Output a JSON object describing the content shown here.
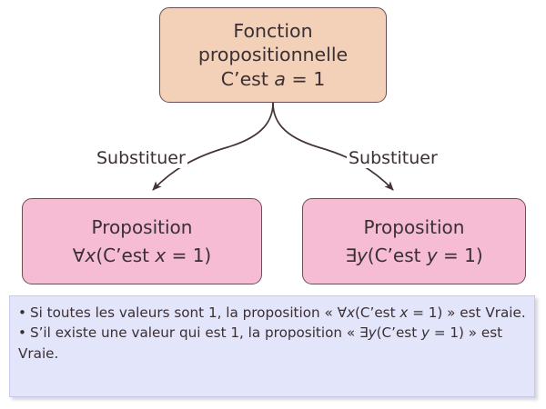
{
  "diagram": {
    "title_node": {
      "line1": "Fonction",
      "line2": "propositionnelle",
      "line3_prefix": "C’est ",
      "line3_var": "a",
      "line3_suffix": " = 1",
      "fill_color": "#F3D1B8",
      "border_color": "#6B4F52"
    },
    "edges": [
      {
        "label": "Substituer"
      },
      {
        "label": "Substituer"
      }
    ],
    "left_node": {
      "line1": "Proposition",
      "line2_quant": "∀",
      "line2_var": "x",
      "line2_mid": "(C’est ",
      "line2_var2": "x",
      "line2_suffix": " = 1)",
      "fill_color": "#F5BCD4",
      "border_color": "#6B4F52"
    },
    "right_node": {
      "line1": "Proposition",
      "line2_quant": "∃",
      "line2_var": "y",
      "line2_mid": "(C’est ",
      "line2_var2": "y",
      "line2_suffix": " = 1)",
      "fill_color": "#F5BCD4",
      "border_color": "#6B4F52"
    },
    "note": {
      "background_color": "#E3E5FB",
      "border_color": "#C6C9E8",
      "bullet_char": "•",
      "items": [
        {
          "a": "Si toutes les valeurs sont 1, la proposition « ",
          "quant": "∀",
          "v1": "x",
          "mid": "(C’est ",
          "v2": "x",
          "b": " = 1) » est Vraie."
        },
        {
          "a": "S’il existe une valeur qui est 1, la proposition « ",
          "quant": "∃",
          "v1": "y",
          "mid": "(C’est ",
          "v2": "y",
          "b": " = 1) » est Vraie."
        }
      ]
    }
  }
}
